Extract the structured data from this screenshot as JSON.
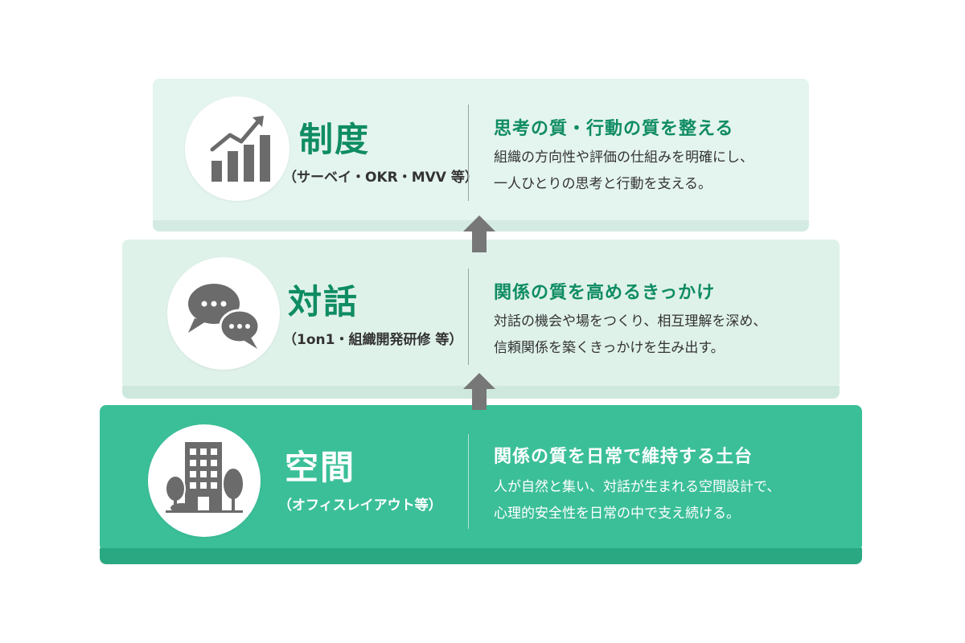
{
  "tiers": [
    {
      "title": "制度",
      "subtitle": "（サーベイ・OKR・MVV 等）",
      "heading": "思考の質・行動の質を整える",
      "desc_lines": [
        "組織の方向性や評価の仕組みを明確にし、",
        "一人ひとりの思考と行動を支える。"
      ],
      "icon": "growth-chart-icon"
    },
    {
      "title": "対話",
      "subtitle": "（1on1・組織開発研修 等）",
      "heading": "関係の質を高めるきっかけ",
      "desc_lines": [
        "対話の機会や場をつくり、相互理解を深め、",
        "信頼関係を築くきっかけを生み出す。"
      ],
      "icon": "chat-bubbles-icon"
    },
    {
      "title": "空間",
      "subtitle": "（オフィスレイアウト等）",
      "heading": "関係の質を日常で維持する土台",
      "desc_lines": [
        "人が自然と集い、対話が生まれる空間設計で、",
        "心理的安全性を日常の中で支え続ける。"
      ],
      "icon": "office-building-icon"
    }
  ],
  "colors": {
    "accent": "#0f8c63",
    "top_tier": "#e4f4ee",
    "mid_tier": "#dff2ea",
    "base_tier": "#3bbf98",
    "icon_gray": "#6b6b6b",
    "arrow_gray": "#777777"
  }
}
